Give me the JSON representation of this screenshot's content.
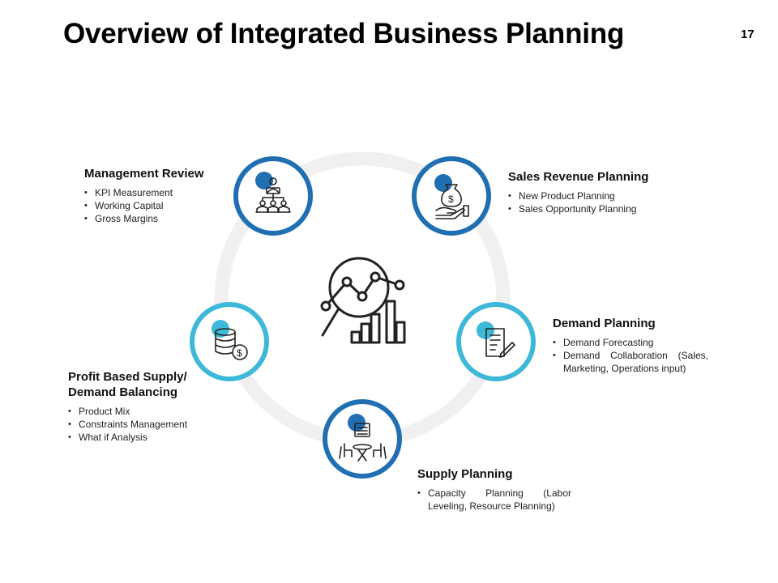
{
  "slide": {
    "title": "Overview of Integrated Business Planning",
    "number": "17"
  },
  "colors": {
    "dark_blue": "#1f6fb2",
    "light_blue": "#3db8d8",
    "ring_gray": "#f0f0f0",
    "icon_stroke": "#222222"
  },
  "blocks": [
    {
      "id": "management-review",
      "heading": "Management Review",
      "icon": "team-meeting-icon",
      "bullets": [
        "KPI Measurement",
        "Working Capital",
        "Gross Margins"
      ]
    },
    {
      "id": "sales-revenue-planning",
      "heading": "Sales Revenue Planning",
      "icon": "money-bag-hand-icon",
      "bullets": [
        "New Product Planning",
        "Sales Opportunity Planning"
      ]
    },
    {
      "id": "demand-planning",
      "heading": "Demand Planning",
      "icon": "document-pen-icon",
      "bullets": [
        "Demand Forecasting",
        "Demand Collaboration (Sales, Marketing, Operations input)"
      ]
    },
    {
      "id": "supply-planning",
      "heading": "Supply Planning",
      "icon": "meeting-table-icon",
      "bullets": [
        "Capacity Planning (Labor Leveling, Resource Planning)"
      ]
    },
    {
      "id": "profit-based-balancing",
      "heading_lines": [
        "Profit Based Supply/",
        "Demand Balancing"
      ],
      "icon": "coins-stack-icon",
      "bullets": [
        "Product Mix",
        "Constraints Management",
        "What if Analysis"
      ]
    }
  ],
  "center_icon": "analytics-magnifier-icon"
}
